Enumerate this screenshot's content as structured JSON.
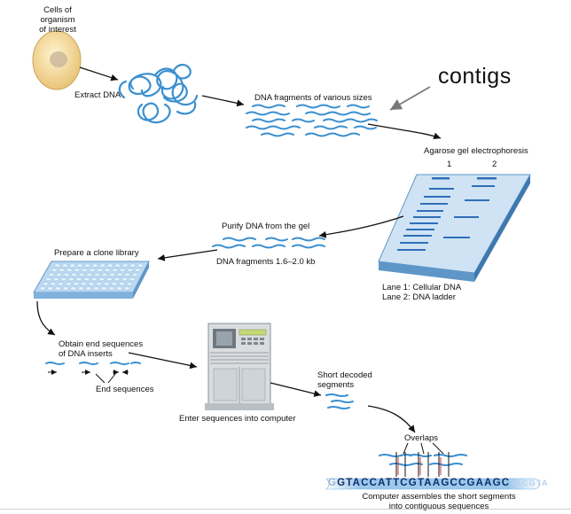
{
  "labels": {
    "cells_of_organism": "Cells of organism\nof interest",
    "extract_dna": "Extract DNA",
    "dna_fragments_various": "DNA fragments of various sizes",
    "contigs": "contigs",
    "agarose_gel": "Agarose gel electrophoresis",
    "lane_1_num": "1",
    "lane_2_num": "2",
    "purify_dna": "Purify DNA from the gel",
    "dna_fragments_range": "DNA fragments 1.6–2.0 kb",
    "prepare_clone_library": "Prepare a clone library",
    "lane_legend_1": "Lane 1: Cellular DNA",
    "lane_legend_2": "Lane 2: DNA ladder",
    "obtain_end_sequences": "Obtain end sequences\nof DNA inserts",
    "end_sequences": "End sequences",
    "enter_sequences": "Enter sequences into computer",
    "short_decoded_segments": "Short decoded\nsegments",
    "overlaps": "Overlaps",
    "sequence_prefix": "G",
    "sequence_main": "GTACCATTCGTAAGCCGAAGC",
    "sequence_fade": "TACGTA",
    "computer_assembles": "Computer assembles the short segments\ninto contiguous sequences"
  },
  "colors": {
    "dna_blue": "#3a8fd0",
    "cell_fill": "#f3dca0",
    "gel_top": "#cfe3f4",
    "gel_side": "#5f96c8",
    "band": "#2f6fb8",
    "arrow": "#111111",
    "computer_body": "#d9dde0",
    "sequence_ribbon": "#8fc0e8"
  },
  "icons": [
    "cell-icon",
    "tangled-dna-icon",
    "gel-slab-icon",
    "clone-plate-icon",
    "computer-icon",
    "sequence-ribbon-icon"
  ]
}
